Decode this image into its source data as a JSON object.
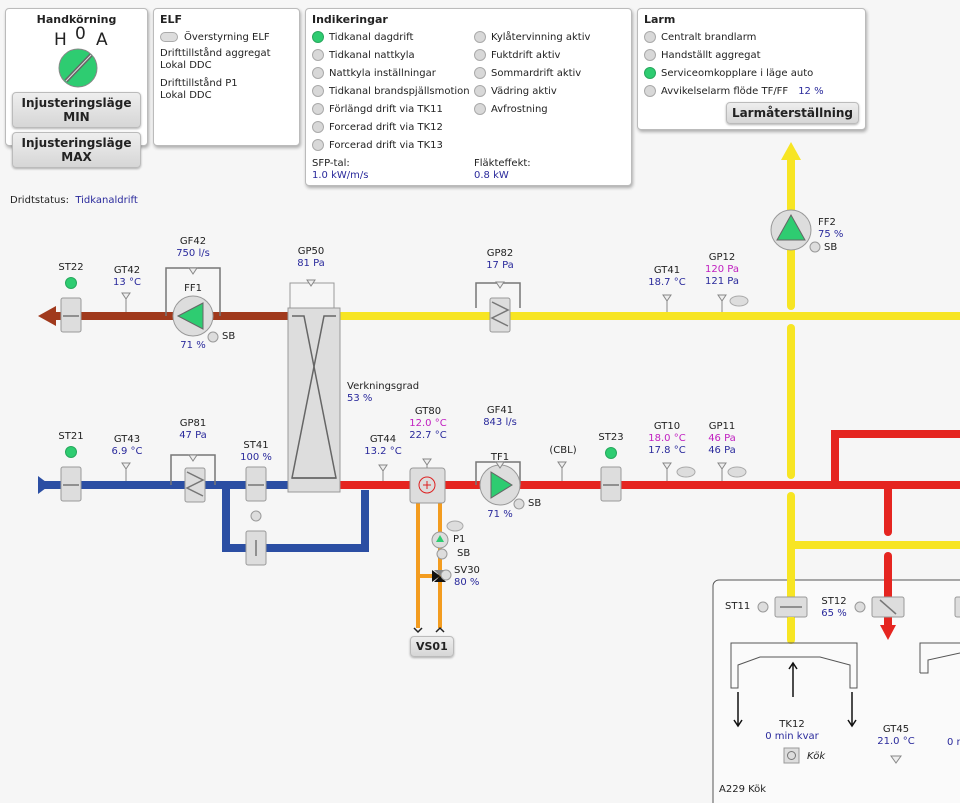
{
  "handkorning": {
    "title": "Handkörning",
    "h": "H",
    "zero": "0",
    "a": "A",
    "btn_min": "Injusteringsläge MIN",
    "btn_max": "Injusteringsläge MAX"
  },
  "elf": {
    "title": "ELF",
    "override": "Överstyrning ELF",
    "state1_label": "Drifttillstånd aggregat",
    "state1_value": "Lokal DDC",
    "state2_label": "Drifttillstånd P1",
    "state2_value": "Lokal DDC"
  },
  "indikeringar": {
    "title": "Indikeringar",
    "col1": [
      {
        "label": "Tidkanal dagdrift",
        "on": true
      },
      {
        "label": "Tidkanal nattkyla",
        "on": false
      },
      {
        "label": "Nattkyla inställningar",
        "on": false
      },
      {
        "label": "Tidkanal brandspjällsmotion",
        "on": false
      },
      {
        "label": "Förlängd drift via TK11",
        "on": false
      },
      {
        "label": "Forcerad drift via TK12",
        "on": false
      },
      {
        "label": "Forcerad drift via TK13",
        "on": false
      }
    ],
    "col2": [
      {
        "label": "Kylåtervinning aktiv",
        "on": false
      },
      {
        "label": "Fuktdrift aktiv",
        "on": false
      },
      {
        "label": "Sommardrift aktiv",
        "on": false
      },
      {
        "label": "Vädring aktiv",
        "on": false
      },
      {
        "label": "Avfrostning",
        "on": false
      }
    ],
    "sfp_label": "SFP-tal:",
    "sfp_value": "1.0 kW/m/s",
    "fan_label": "Fläkteffekt:",
    "fan_value": "0.8 kW"
  },
  "larm": {
    "title": "Larm",
    "items": [
      {
        "label": "Centralt brandlarm",
        "on": false
      },
      {
        "label": "Handställt aggregat",
        "on": false
      },
      {
        "label": "Serviceomkopplare i läge auto",
        "on": true
      },
      {
        "label": "Avvikelselarm flöde TF/FF",
        "on": false,
        "value": "12 %"
      }
    ],
    "reset": "Larmåterställning"
  },
  "driftstatus": {
    "label": "Dridtstatus:",
    "value": "Tidkanaldrift"
  },
  "p": {
    "ST22": "ST22",
    "GT42": "GT42",
    "GT42v": "13 °C",
    "GF42": "GF42",
    "GF42v": "750 l/s",
    "FF1": "FF1",
    "FF1v": "71 %",
    "SB": "SB",
    "GP50": "GP50",
    "GP50v": "81 Pa",
    "GP82": "GP82",
    "GP82v": "17 Pa",
    "GT41": "GT41",
    "GT41v": "18.7 °C",
    "GP12": "GP12",
    "GP12sp": "120 Pa",
    "GP12v": "121 Pa",
    "FF2": "FF2",
    "FF2v": "75 %",
    "verk": "Verkningsgrad",
    "verkv": "53 %",
    "ST21": "ST21",
    "GT43": "GT43",
    "GT43v": "6.9 °C",
    "GP81": "GP81",
    "GP81v": "47 Pa",
    "ST41": "ST41",
    "ST41v": "100 %",
    "GT44": "GT44",
    "GT44v": "13.2 °C",
    "GT80": "GT80",
    "GT80sp": "12.0 °C",
    "GT80v": "22.7 °C",
    "GF41": "GF41",
    "GF41v": "843 l/s",
    "TF1": "TF1",
    "TF1v": "71 %",
    "CBL": "(CBL)",
    "ST23": "ST23",
    "GT10": "GT10",
    "GT10sp": "18.0 °C",
    "GT10v": "17.8 °C",
    "GP11": "GP11",
    "GP11sp": "46 Pa",
    "GP11v": "46 Pa",
    "P1": "P1",
    "SV30": "SV30",
    "SV30v": "80 %",
    "VS01": "VS01",
    "ST11": "ST11",
    "ST12": "ST12",
    "ST12v": "65 %",
    "TK12": "TK12",
    "TK12v": "0 min kvar",
    "kok": "Kök",
    "GT45": "GT45",
    "GT45v": "21.0 °C",
    "room": "A229 Kök",
    "cut": "0 m"
  },
  "colors": {
    "exhaust": "#a0391c",
    "extract": "#f7e523",
    "outdoor": "#2b4ea3",
    "supply": "#e52520",
    "water": "#f39c1f",
    "active": "#2ecc71",
    "value": "#2a2a9c",
    "setpoint": "#c020c0"
  }
}
